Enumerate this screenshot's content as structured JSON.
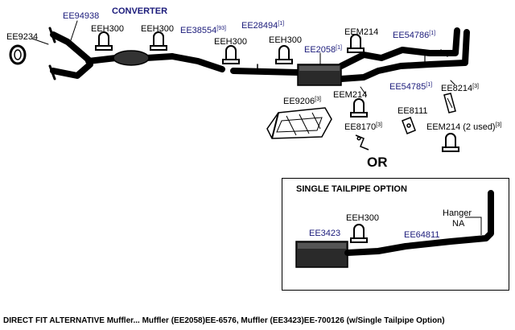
{
  "labels": {
    "ee9234": "EE9234",
    "ee94938": "EE94938",
    "converter": "CONVERTER",
    "eeh300_a": "EEH300",
    "eeh300_b": "EEH300",
    "ee38554": "EE38554",
    "ee38554_sup": "[93]",
    "eeh300_c": "EEH300",
    "ee28494": "EE28494",
    "ee28494_sup": "[1]",
    "eeh300_d": "EEH300",
    "eem214_a": "EEM214",
    "ee2058": "EE2058",
    "ee2058_sup": "[1]",
    "ee54786": "EE54786",
    "ee54786_sup": "[1]",
    "ee54785": "EE54785",
    "ee54785_sup": "[1]",
    "ee8214": "EE8214",
    "ee8214_sup": "[3]",
    "ee9206": "EE9206",
    "ee9206_sup": "[3]",
    "eem214_b": "EEM214",
    "ee8111": "EE8111",
    "ee8170": "EE8170",
    "ee8170_sup": "[3]",
    "eem214_c": "EEM214 (2 used)",
    "eem214_c_sup": "[3]",
    "or": "OR"
  },
  "option_box": {
    "title": "SINGLE TAILPIPE OPTION",
    "eeh300": "EEH300",
    "hanger": "Hanger",
    "na": "NA",
    "ee3423": "EE3423",
    "ee64811": "EE64811"
  },
  "caption": "DIRECT FIT ALTERNATIVE Muffler... Muffler (EE2058)EE-6576, Muffler (EE3423)EE-700126 (w/Single Tailpipe Option)",
  "colors": {
    "part_label": "#1a1a7a",
    "ink": "#000000"
  }
}
